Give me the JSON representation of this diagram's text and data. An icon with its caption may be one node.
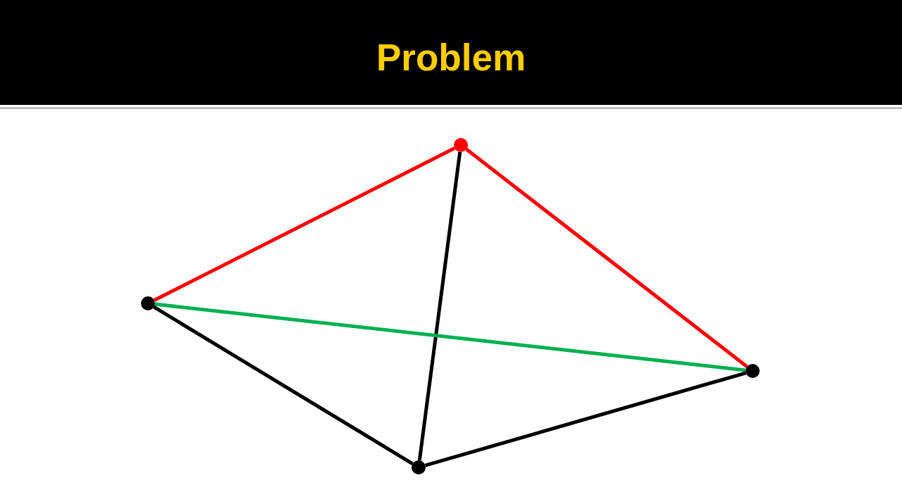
{
  "diagram": {
    "title": "Problem",
    "nodes": [
      {
        "text": [],
        "shape": "circle"
      },
      {
        "text": [],
        "shape": "circle"
      },
      {
        "text": [],
        "shape": "circle"
      },
      {
        "text": [],
        "shape": "circle"
      }
    ],
    "edges": [
      {
        "from": 0,
        "to": 1,
        "arrow": "none",
        "color": "#ff0000"
      },
      {
        "from": 0,
        "to": 2,
        "arrow": "none",
        "color": "#ff0000"
      },
      {
        "from": 0,
        "to": 3,
        "arrow": "none"
      },
      {
        "from": 1,
        "to": 2,
        "arrow": "none",
        "color": "#00b050"
      },
      {
        "from": 1,
        "to": 3,
        "arrow": "none"
      },
      {
        "from": 3,
        "to": 2,
        "arrow": "none"
      }
    ]
  }
}
